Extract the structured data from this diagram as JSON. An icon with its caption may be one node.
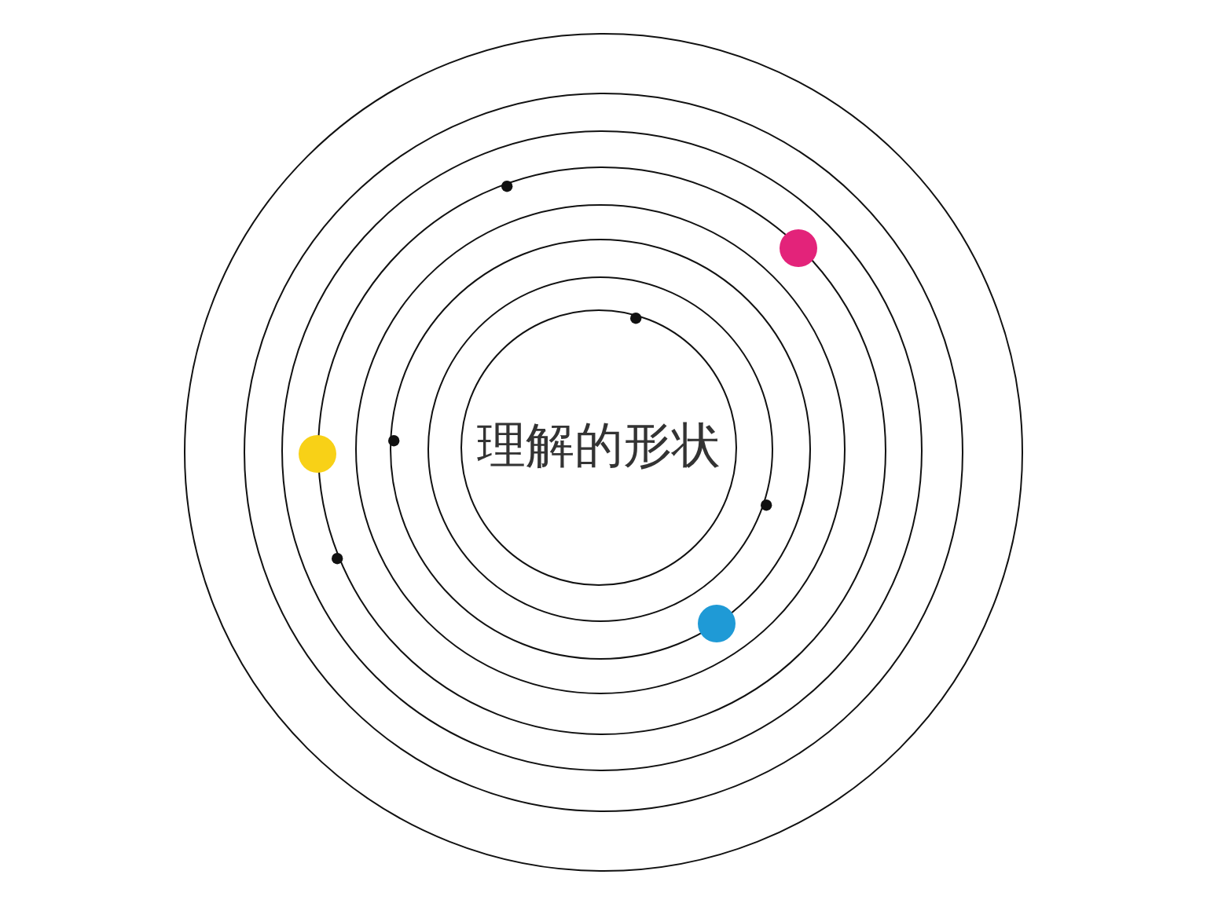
{
  "diagram": {
    "nodes": [
      {
        "text": [],
        "shape": "circle"
      },
      {
        "text": [],
        "shape": "circle",
        "in": 0
      },
      {
        "text": [],
        "shape": "circle",
        "in": 1
      },
      {
        "text": [],
        "shape": "circle",
        "in": 2
      },
      {
        "text": [],
        "shape": "circle",
        "in": 3
      },
      {
        "text": [],
        "shape": "circle",
        "in": 4
      },
      {
        "text": [],
        "shape": "circle",
        "in": 5
      },
      {
        "text": [
          "理解的形状"
        ],
        "in": 6
      }
    ]
  }
}
